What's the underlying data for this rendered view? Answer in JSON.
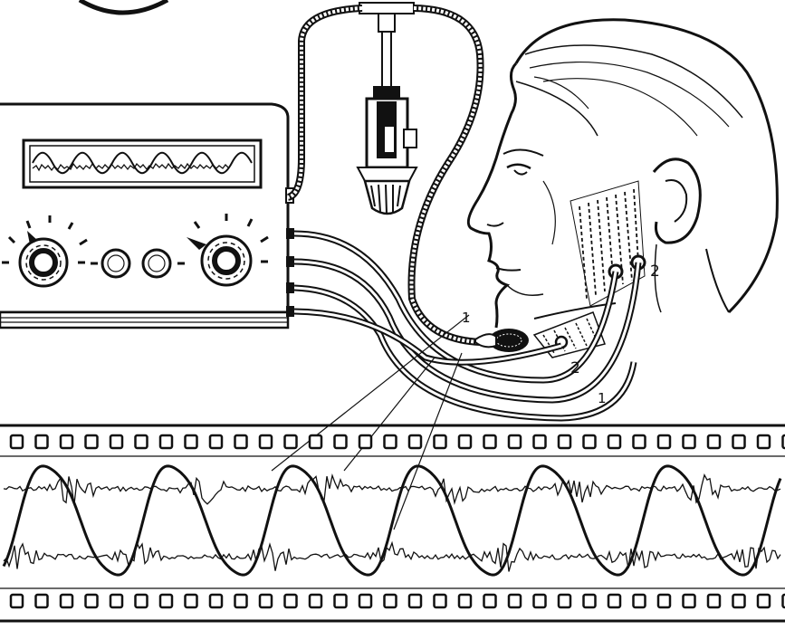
{
  "labels": {
    "one_top": "1",
    "one_bottom": "1",
    "two_cheek": "2",
    "two_jaw": "2"
  },
  "colors": {
    "ink": "#111111",
    "paper": "#ffffff"
  },
  "icons": {
    "knob": "knob-icon",
    "button": "button-icon",
    "microphone": "microphone-icon",
    "electrode": "electrode-icon"
  }
}
